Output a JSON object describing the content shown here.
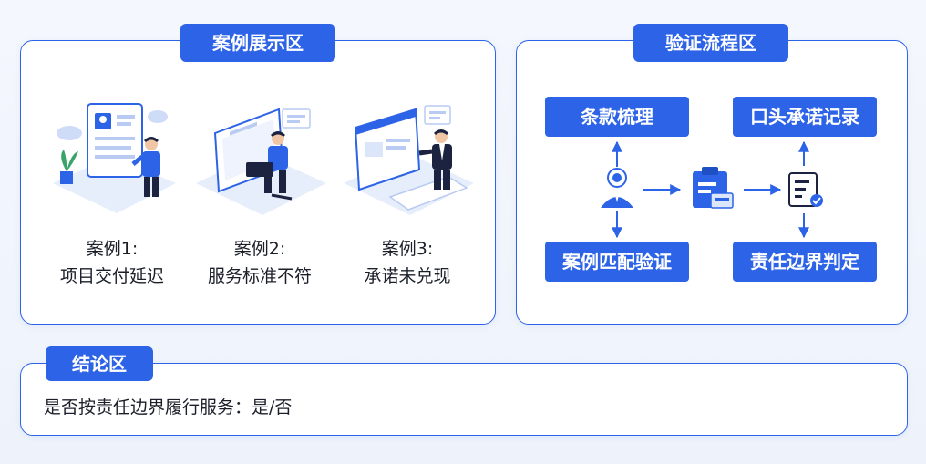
{
  "showcase": {
    "title": "案例展示区",
    "cases": [
      {
        "line1": "案例1:",
        "line2": "项目交付延迟"
      },
      {
        "line1": "案例2:",
        "line2": "服务标准不符"
      },
      {
        "line1": "案例3:",
        "line2": "承诺未兑现"
      }
    ]
  },
  "verify": {
    "title": "验证流程区",
    "steps": {
      "clause_review": "条款梳理",
      "case_match": "案例匹配验证",
      "verbal_record": "口头承诺记录",
      "boundary_judgment": "责任边界判定"
    }
  },
  "conclusion": {
    "title": "结论区",
    "text": "是否按责任边界履行服务：是/否"
  },
  "colors": {
    "accent": "#2d63e6",
    "light": "#dbe6fb"
  }
}
